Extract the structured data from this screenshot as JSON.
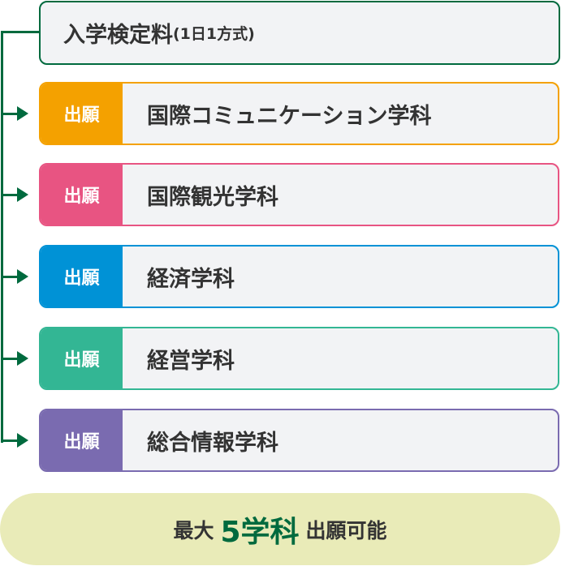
{
  "exam_fee": {
    "title": "入学検定料",
    "subtitle": "(1日1方式)"
  },
  "rows": [
    {
      "label": "出願",
      "name": "国際コミュニケーション学科",
      "color": "#f4a100"
    },
    {
      "label": "出願",
      "name": "国際観光学科",
      "color": "#e85482"
    },
    {
      "label": "出願",
      "name": "経済学科",
      "color": "#0092d6"
    },
    {
      "label": "出願",
      "name": "経営学科",
      "color": "#33b694"
    },
    {
      "label": "出願",
      "name": "総合情報学科",
      "color": "#7a6bb0"
    }
  ],
  "summary": {
    "prefix": "最大",
    "highlight": "5学科",
    "suffix": "出願可能"
  },
  "colors": {
    "line": "#006a3e",
    "pill": "#e9ebb8"
  }
}
